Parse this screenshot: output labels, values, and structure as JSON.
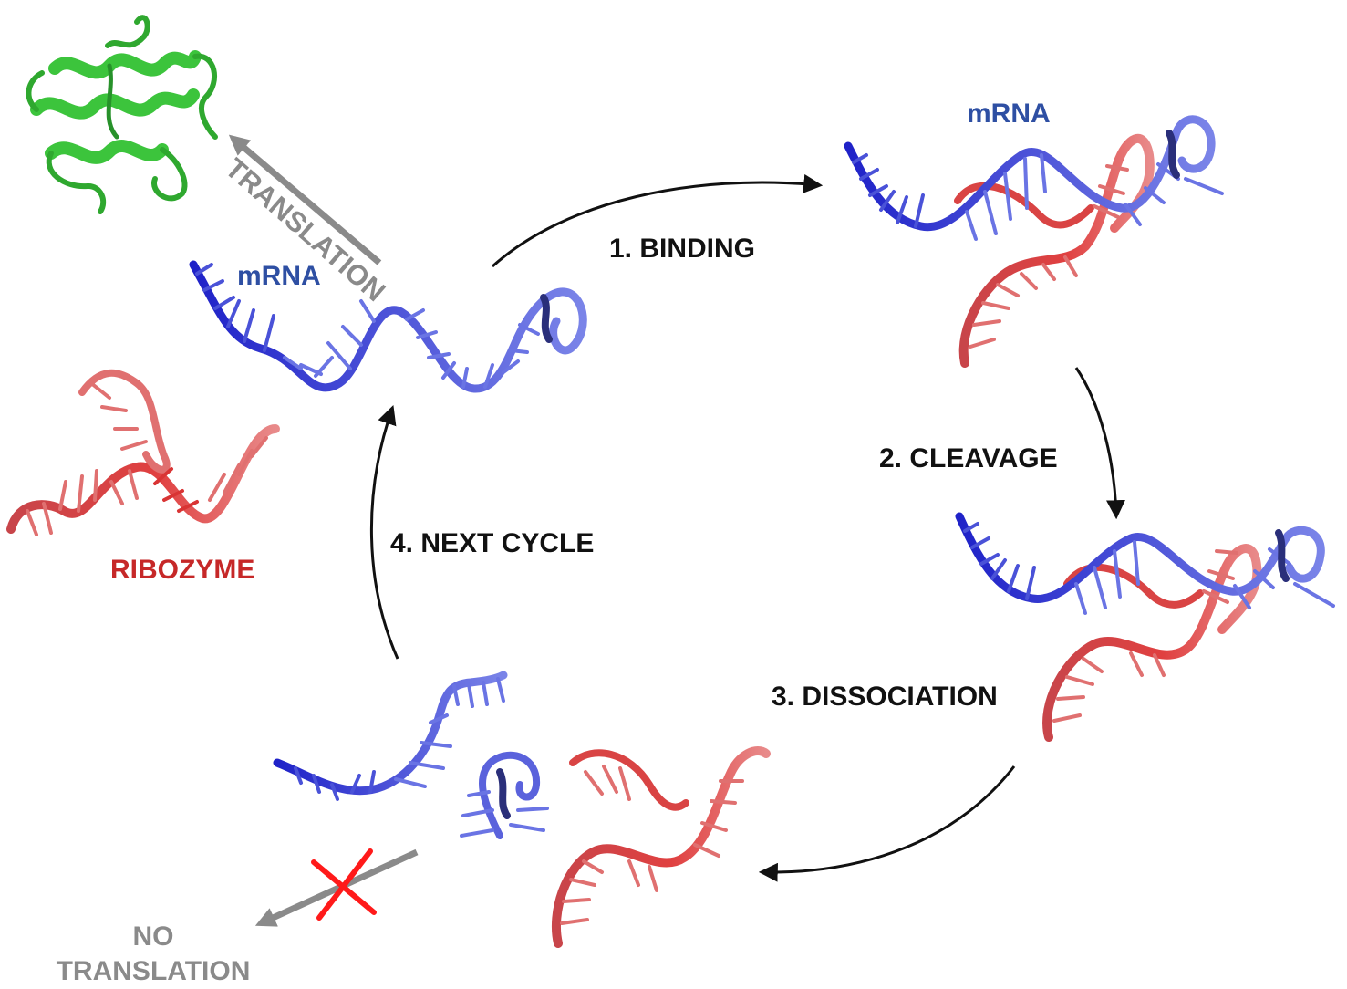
{
  "labels": {
    "translation": "TRANSLATION",
    "mrna_top_right": "mRNA",
    "mrna_left": "mRNA",
    "ribozyme": "RIBOZYME",
    "step_binding": "1. BINDING",
    "step_cleavage": "2. CLEAVAGE",
    "step_dissociation": "3. DISSOCIATION",
    "step_next_cycle": "4. NEXT CYCLE",
    "no_translation_line1": "NO",
    "no_translation_line2": "TRANSLATION"
  },
  "colors": {
    "mrna_label": "#2e4fa3",
    "ribozyme_label": "#c62828",
    "step_label": "#111111",
    "translation_label": "#8a8a8a",
    "protein": "#3cc43c",
    "mrna_dark": "#1f22c8",
    "mrna_light": "#7a84e8",
    "ribozyme_dark": "#d92a2a",
    "ribozyme_light": "#e88a8a",
    "cross": "#ff1a1a",
    "cycle_arrow": "#111111",
    "grey_arrow": "#8a8a8a"
  },
  "icons": {
    "protein": "protein-helix-icon",
    "mrna": "mrna-strand-icon",
    "ribozyme": "ribozyme-strand-icon",
    "cross": "cross-mark-icon"
  }
}
